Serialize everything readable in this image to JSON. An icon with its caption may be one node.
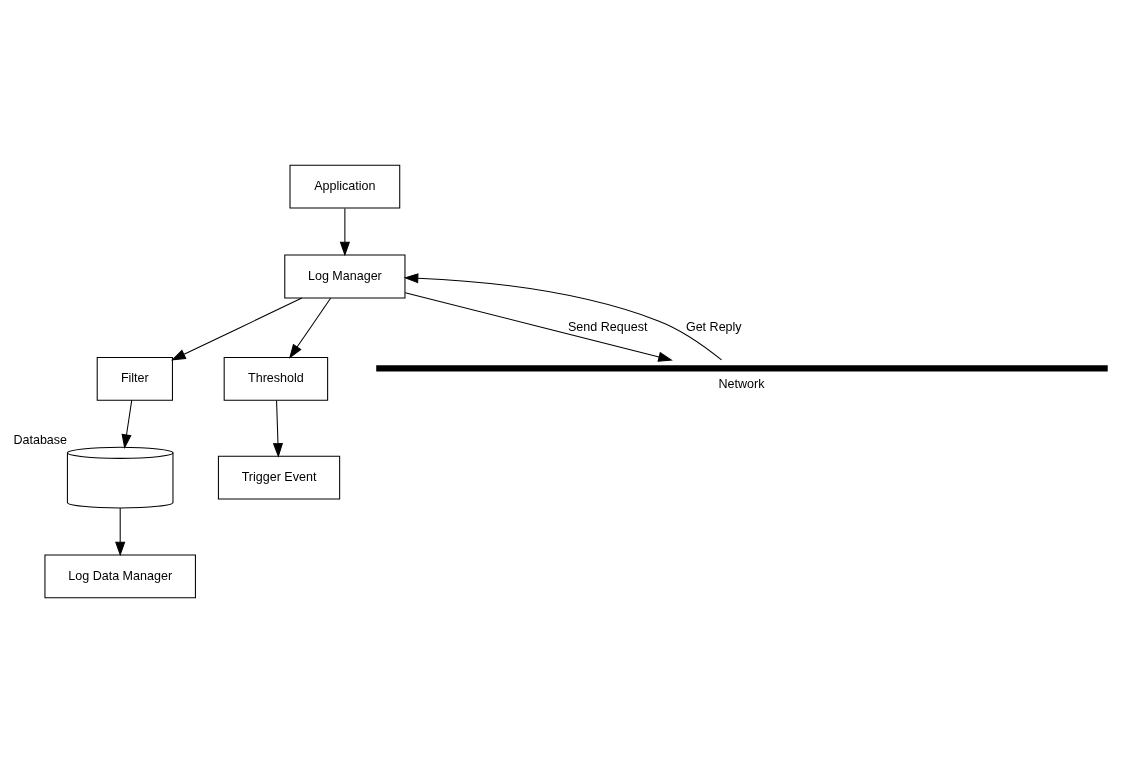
{
  "diagram": {
    "nodes": [
      {
        "text": [
          "Application"
        ]
      },
      {
        "text": [
          "Log Manager"
        ]
      },
      {
        "text": [
          "Filter"
        ]
      },
      {
        "text": [],
        "shape": "cylinder",
        "beside": [
          "Database"
        ]
      },
      {
        "text": [
          "Log Data Manager"
        ]
      },
      {
        "text": [
          "Threshold"
        ]
      },
      {
        "text": [
          "Trigger Event"
        ]
      },
      {
        "text": [
          "Network"
        ]
      }
    ],
    "edges": [
      {
        "from": 0,
        "to": 1,
        "arrow": "to"
      },
      {
        "from": 1,
        "to": 2,
        "arrow": "to"
      },
      {
        "from": 2,
        "to": 3,
        "arrow": "to"
      },
      {
        "from": 3,
        "to": 4,
        "arrow": "to"
      },
      {
        "from": 1,
        "to": 5,
        "arrow": "to"
      },
      {
        "from": 5,
        "to": 6,
        "arrow": "to"
      },
      {
        "from": 1,
        "to": 7,
        "arrow": "to",
        "label": "Send Request"
      },
      {
        "from": 7,
        "to": 1,
        "arrow": "to",
        "label": "Get Reply"
      }
    ]
  }
}
